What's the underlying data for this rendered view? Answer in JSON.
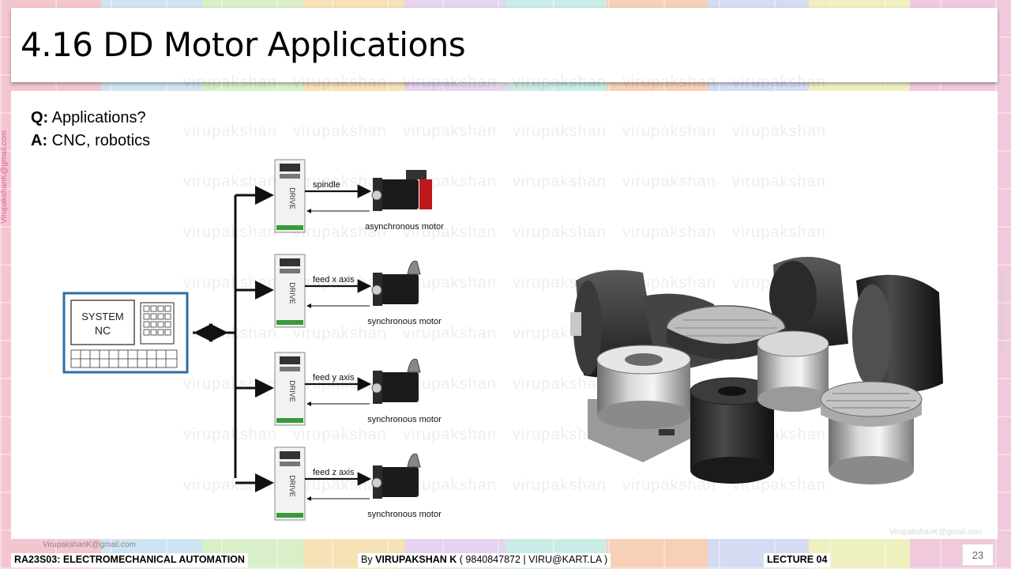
{
  "title": "4.16 DD Motor Applications",
  "qa": {
    "q_label": "Q:",
    "q_text": " Applications?",
    "a_label": "A:",
    "a_text": " CNC, robotics"
  },
  "diagram": {
    "nc_line1": "SYSTEM",
    "nc_line2": "NC",
    "drive_label": "DRIVE",
    "branches": [
      {
        "axis": "spindle",
        "motor": "asynchronous motor"
      },
      {
        "axis": "feed x axis",
        "motor": "synchronous motor"
      },
      {
        "axis": "feed y axis",
        "motor": "synchronous motor"
      },
      {
        "axis": "feed z axis",
        "motor": "synchronous motor"
      }
    ]
  },
  "watermark": "virupakshan",
  "emails": {
    "side_left": "VirupakshanK@gmail.com",
    "side_right": "VirupakshanK@gmail.com",
    "top": "VirupakshanK@gmail.com",
    "bottom_right": "VirupakshanK@gmail.com",
    "bottom_left": "VirupakshanK@gmail.com"
  },
  "footer": {
    "course": "RA23S03:   ELECTROMECHANICAL AUTOMATION",
    "by_prefix": "By ",
    "author": "VIRUPAKSHAN K",
    "contact": " ( 9840847872 | VIRU@KART.LA )",
    "lecture": "LECTURE 04",
    "page": "23"
  }
}
